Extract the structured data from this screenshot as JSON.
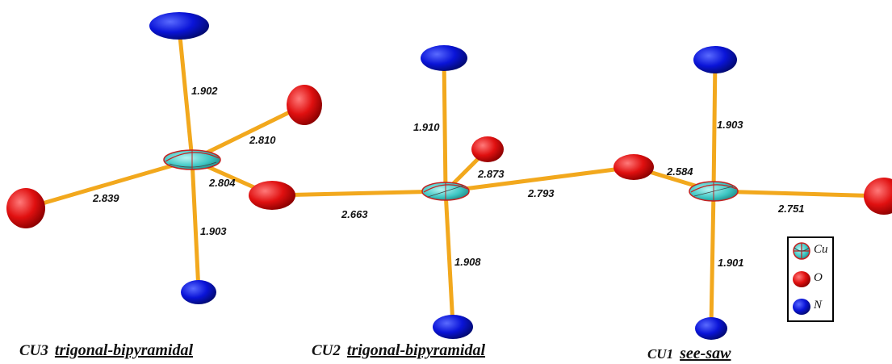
{
  "colors": {
    "bond": "#F2A81D",
    "oxygen": "#E01010",
    "nitrogen": "#0A14D8",
    "copper": "#3FC7C4",
    "copper_outline": "#C42020"
  },
  "bond_lengths": {
    "cu3_n_top": "1.902",
    "cu3_o_upper": "2.810",
    "cu3_o_left": "2.839",
    "cu3_o_bridge": "2.804",
    "cu3_n_bottom": "1.903",
    "cu2_n_top": "1.910",
    "cu2_o_upper": "2.873",
    "cu2_o_left": "2.663",
    "cu2_o_right": "2.793",
    "cu2_n_bottom": "1.908",
    "cu1_n_top": "1.903",
    "cu1_o_left": "2.584",
    "cu1_o_right": "2.751",
    "cu1_n_bottom": "1.901"
  },
  "captions": {
    "cu3": {
      "name": "CU3",
      "geometry": "trigonal-bipyramidal"
    },
    "cu2": {
      "name": "CU2",
      "geometry": "trigonal-bipyramidal"
    },
    "cu1": {
      "name": "CU1",
      "geometry": "see-saw"
    }
  },
  "legend": {
    "copper": "Cu",
    "oxygen": "O",
    "nitrogen": "N"
  }
}
